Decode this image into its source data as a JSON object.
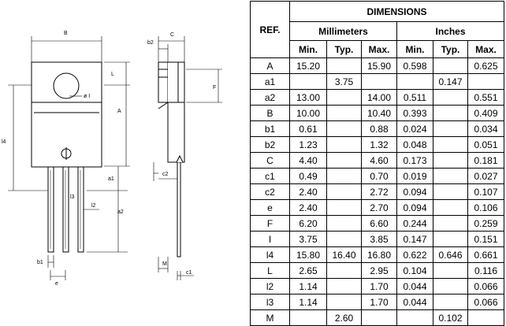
{
  "drawing": {
    "front_labels": {
      "B": "B",
      "L": "L",
      "A": "A",
      "phi": "ø I",
      "l4": "l4",
      "a1": "a1",
      "a2": "a2",
      "l3": "l3",
      "l2": "l2",
      "b1": "b1",
      "e": "e"
    },
    "side_labels": {
      "b2": "b2",
      "C": "C",
      "F": "F",
      "c2": "c2",
      "M": "M",
      "c1": "c1"
    }
  },
  "table": {
    "ref_header": "REF.",
    "title": "DIMENSIONS",
    "groups": [
      "Millimeters",
      "Inches"
    ],
    "subheaders": [
      "Min.",
      "Typ.",
      "Max.",
      "Min.",
      "Typ.",
      "Max."
    ],
    "rows": [
      [
        "A",
        "15.20",
        "",
        "15.90",
        "0.598",
        "",
        "0.625"
      ],
      [
        "a1",
        "",
        "3.75",
        "",
        "",
        "0.147",
        ""
      ],
      [
        "a2",
        "13.00",
        "",
        "14.00",
        "0.511",
        "",
        "0.551"
      ],
      [
        "B",
        "10.00",
        "",
        "10.40",
        "0.393",
        "",
        "0.409"
      ],
      [
        "b1",
        "0.61",
        "",
        "0.88",
        "0.024",
        "",
        "0.034"
      ],
      [
        "b2",
        "1.23",
        "",
        "1.32",
        "0.048",
        "",
        "0.051"
      ],
      [
        "C",
        "4.40",
        "",
        "4.60",
        "0.173",
        "",
        "0.181"
      ],
      [
        "c1",
        "0.49",
        "",
        "0.70",
        "0.019",
        "",
        "0.027"
      ],
      [
        "c2",
        "2.40",
        "",
        "2.72",
        "0.094",
        "",
        "0.107"
      ],
      [
        "e",
        "2.40",
        "",
        "2.70",
        "0.094",
        "",
        "0.106"
      ],
      [
        "F",
        "6.20",
        "",
        "6.60",
        "0.244",
        "",
        "0.259"
      ],
      [
        "I",
        "3.75",
        "",
        "3.85",
        "0.147",
        "",
        "0.151"
      ],
      [
        "l4",
        "15.80",
        "16.40",
        "16.80",
        "0.622",
        "0.646",
        "0.661"
      ],
      [
        "L",
        "2.65",
        "",
        "2.95",
        "0.104",
        "",
        "0.116"
      ],
      [
        "l2",
        "1.14",
        "",
        "1.70",
        "0.044",
        "",
        "0.066"
      ],
      [
        "l3",
        "1.14",
        "",
        "1.70",
        "0.044",
        "",
        "0.066"
      ],
      [
        "M",
        "",
        "2.60",
        "",
        "",
        "0.102",
        ""
      ]
    ]
  }
}
